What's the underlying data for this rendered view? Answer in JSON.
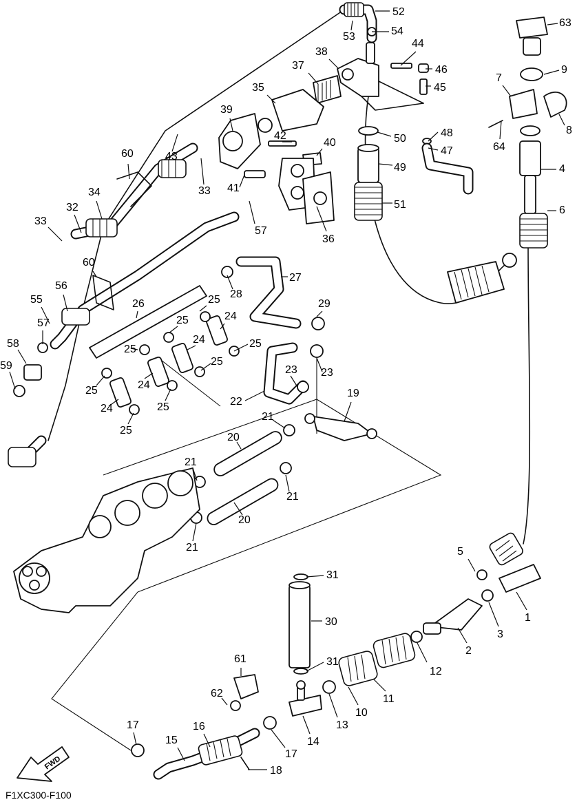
{
  "diagram": {
    "code": "F1XC300-F100",
    "fwd_label": "FWD",
    "callouts": [
      {
        "id": "c52",
        "text": "52"
      },
      {
        "id": "c53",
        "text": "53"
      },
      {
        "id": "c54",
        "text": "54"
      },
      {
        "id": "c44",
        "text": "44"
      },
      {
        "id": "c38",
        "text": "38"
      },
      {
        "id": "c37",
        "text": "37"
      },
      {
        "id": "c46",
        "text": "46"
      },
      {
        "id": "c45",
        "text": "45"
      },
      {
        "id": "c35",
        "text": "35"
      },
      {
        "id": "c39",
        "text": "39"
      },
      {
        "id": "c42",
        "text": "42"
      },
      {
        "id": "c40",
        "text": "40"
      },
      {
        "id": "c50",
        "text": "50"
      },
      {
        "id": "c48",
        "text": "48"
      },
      {
        "id": "c47",
        "text": "47"
      },
      {
        "id": "c49",
        "text": "49"
      },
      {
        "id": "c51",
        "text": "51"
      },
      {
        "id": "c43",
        "text": "43"
      },
      {
        "id": "c60a",
        "text": "60"
      },
      {
        "id": "c33a",
        "text": "33"
      },
      {
        "id": "c41",
        "text": "41"
      },
      {
        "id": "c57a",
        "text": "57"
      },
      {
        "id": "c36",
        "text": "36"
      },
      {
        "id": "c34",
        "text": "34"
      },
      {
        "id": "c32",
        "text": "32"
      },
      {
        "id": "c33b",
        "text": "33"
      },
      {
        "id": "c60b",
        "text": "60"
      },
      {
        "id": "c27",
        "text": "27"
      },
      {
        "id": "c28",
        "text": "28"
      },
      {
        "id": "c56",
        "text": "56"
      },
      {
        "id": "c55",
        "text": "55"
      },
      {
        "id": "c26",
        "text": "26"
      },
      {
        "id": "c25a",
        "text": "25"
      },
      {
        "id": "c29",
        "text": "29"
      },
      {
        "id": "c25b",
        "text": "25"
      },
      {
        "id": "c24a",
        "text": "24"
      },
      {
        "id": "c57b",
        "text": "57"
      },
      {
        "id": "c58",
        "text": "58"
      },
      {
        "id": "c59",
        "text": "59"
      },
      {
        "id": "c24b",
        "text": "24"
      },
      {
        "id": "c25c",
        "text": "25"
      },
      {
        "id": "c23a",
        "text": "23"
      },
      {
        "id": "c25d",
        "text": "25"
      },
      {
        "id": "c23b",
        "text": "23"
      },
      {
        "id": "c25e",
        "text": "25"
      },
      {
        "id": "c24c",
        "text": "24"
      },
      {
        "id": "c25f",
        "text": "25"
      },
      {
        "id": "c25g",
        "text": "25"
      },
      {
        "id": "c22",
        "text": "22"
      },
      {
        "id": "c24d",
        "text": "24"
      },
      {
        "id": "c25h",
        "text": "25"
      },
      {
        "id": "c19",
        "text": "19"
      },
      {
        "id": "c21a",
        "text": "21"
      },
      {
        "id": "c20a",
        "text": "20"
      },
      {
        "id": "c21b",
        "text": "21"
      },
      {
        "id": "c21c",
        "text": "21"
      },
      {
        "id": "c20b",
        "text": "20"
      },
      {
        "id": "c21d",
        "text": "21"
      },
      {
        "id": "c63",
        "text": "63"
      },
      {
        "id": "c9",
        "text": "9"
      },
      {
        "id": "c7",
        "text": "7"
      },
      {
        "id": "c8",
        "text": "8"
      },
      {
        "id": "c64",
        "text": "64"
      },
      {
        "id": "c4",
        "text": "4"
      },
      {
        "id": "c6",
        "text": "6"
      },
      {
        "id": "c5",
        "text": "5"
      },
      {
        "id": "c1",
        "text": "1"
      },
      {
        "id": "c3",
        "text": "3"
      },
      {
        "id": "c2",
        "text": "2"
      },
      {
        "id": "c31a",
        "text": "31"
      },
      {
        "id": "c30",
        "text": "30"
      },
      {
        "id": "c31b",
        "text": "31"
      },
      {
        "id": "c12",
        "text": "12"
      },
      {
        "id": "c61",
        "text": "61"
      },
      {
        "id": "c11",
        "text": "11"
      },
      {
        "id": "c10",
        "text": "10"
      },
      {
        "id": "c62",
        "text": "62"
      },
      {
        "id": "c13",
        "text": "13"
      },
      {
        "id": "c14",
        "text": "14"
      },
      {
        "id": "c17a",
        "text": "17"
      },
      {
        "id": "c16",
        "text": "16"
      },
      {
        "id": "c15",
        "text": "15"
      },
      {
        "id": "c17b",
        "text": "17"
      },
      {
        "id": "c18",
        "text": "18"
      }
    ]
  }
}
